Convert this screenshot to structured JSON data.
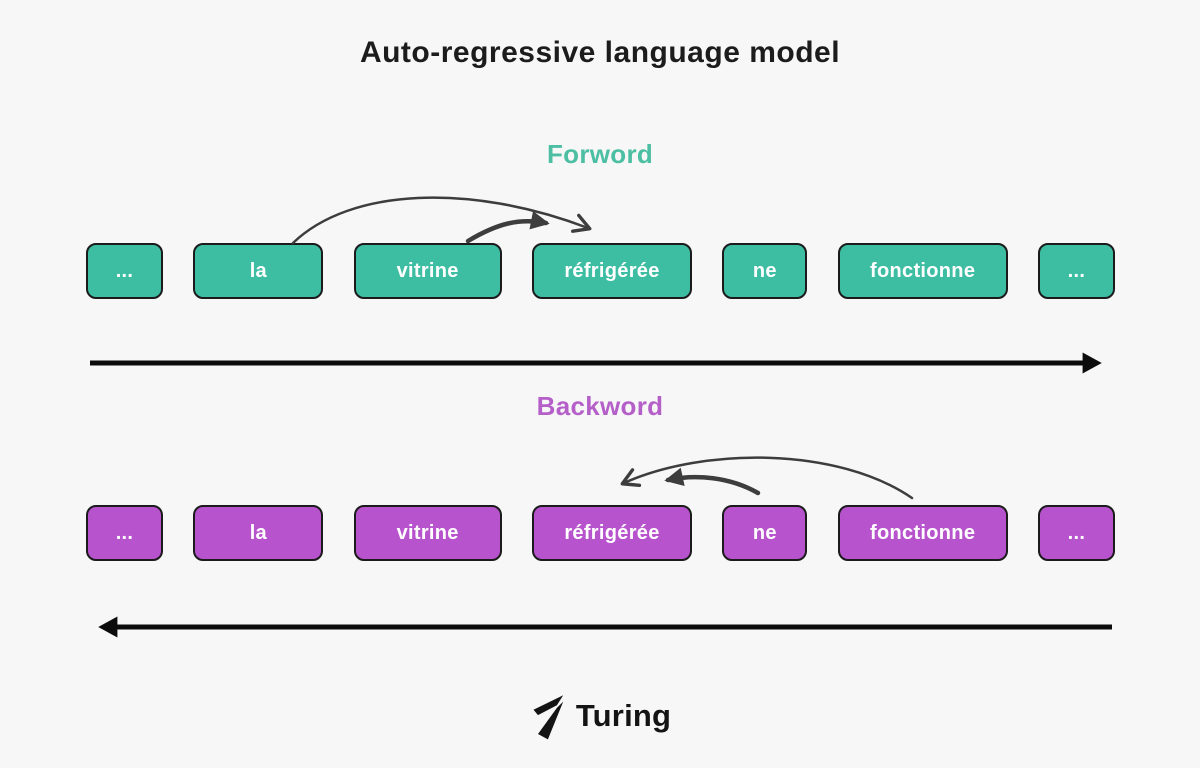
{
  "title": "Auto-regressive language model",
  "colors": {
    "background": "#f7f7f8",
    "teal_box": "#3dbea3",
    "teal_label": "#4cbfa3",
    "purple_box": "#b853ce",
    "purple_label": "#b55fc9",
    "box_border": "#1b1b1b",
    "box_text": "#ffffff",
    "dependency_arrow": "#3d3d3d",
    "direction_arrow": "#0c0c0c"
  },
  "forward": {
    "label": "Forword",
    "direction": "left-to-right",
    "tokens": [
      "...",
      "la",
      "vitrine",
      "réfrigérée",
      "ne",
      "fonctionne",
      "..."
    ],
    "dependency_arrows": [
      {
        "from": "la",
        "to": "réfrigérée",
        "style": "thin-open-head"
      },
      {
        "from": "vitrine",
        "to": "réfrigérée",
        "style": "thick-solid-head"
      }
    ]
  },
  "backward": {
    "label": "Backword",
    "direction": "right-to-left",
    "tokens": [
      "...",
      "la",
      "vitrine",
      "réfrigérée",
      "ne",
      "fonctionne",
      "..."
    ],
    "dependency_arrows": [
      {
        "from": "fonctionne",
        "to": "réfrigérée",
        "style": "thin-open-head"
      },
      {
        "from": "ne",
        "to": "réfrigérée",
        "style": "thick-solid-head"
      }
    ]
  },
  "footer": {
    "brand": "Turing"
  }
}
